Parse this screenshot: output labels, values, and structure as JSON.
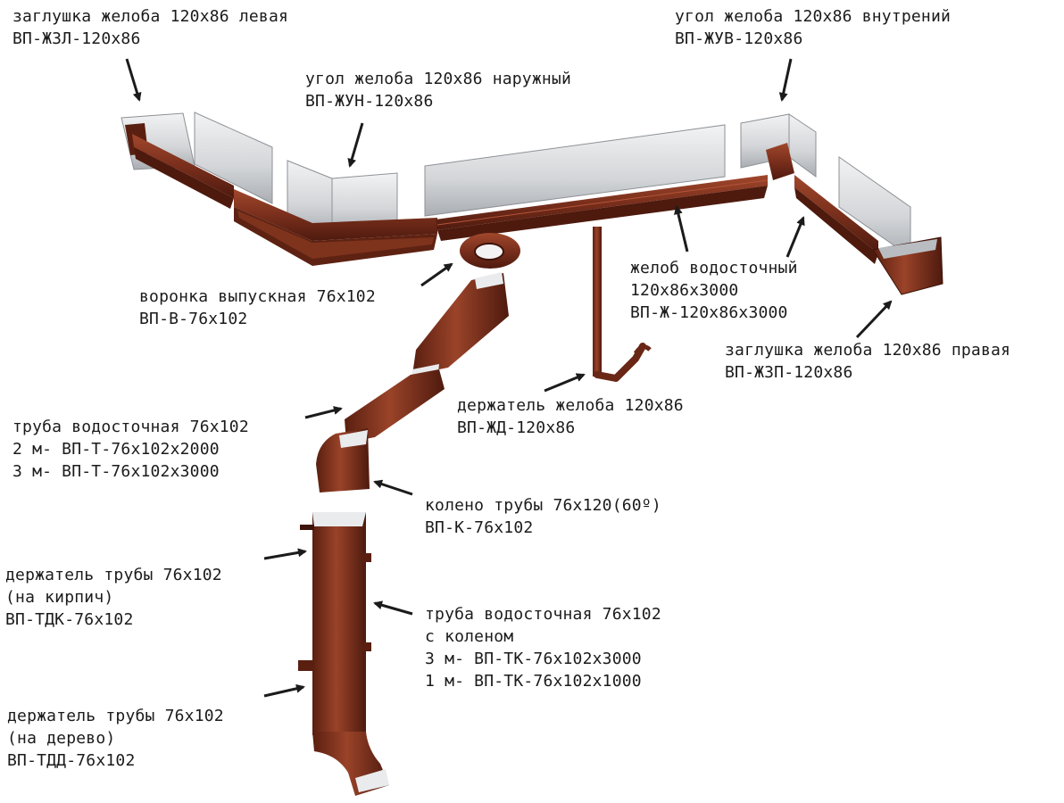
{
  "colors": {
    "background": "#ffffff",
    "text": "#1b1b1b",
    "metal_brown": "#7a2f1c",
    "metal_brown_dark": "#4e1a0e",
    "metal_brown_light": "#a0472c",
    "galvanized": "#d3d5d8",
    "galvanized_dark": "#9a9ea3"
  },
  "callouts": {
    "end_cap_left": {
      "line1": "заглушка желоба 120х86 левая",
      "line2": "ВП-ЖЗЛ-120х86"
    },
    "inner_corner": {
      "line1": "угол желоба 120х86 внутрений",
      "line2": "ВП-ЖУВ-120х86"
    },
    "outer_corner": {
      "line1": "угол желоба 120х86 наружный",
      "line2": "ВП-ЖУН-120х86"
    },
    "gutter": {
      "line1": "желоб водосточный",
      "line2": "120х86х3000",
      "line3": "ВП-Ж-120х86х3000"
    },
    "funnel": {
      "line1": "воронка выпускная 76х102",
      "line2": "ВП-В-76х102"
    },
    "end_cap_right": {
      "line1": "заглушка желоба 120х86 правая",
      "line2": "ВП-ЖЗП-120х86"
    },
    "gutter_bracket": {
      "line1": "держатель желоба 120х86",
      "line2": "ВП-ЖД-120х86"
    },
    "downpipe": {
      "line1": "труба водосточная 76х102",
      "line2": "2 м- ВП-Т-76х102х2000",
      "line3": "3 м- ВП-Т-76х102х3000"
    },
    "elbow": {
      "line1": "колено трубы 76х120(60º)",
      "line2": "ВП-К-76х102"
    },
    "pipe_bracket_brick": {
      "line1": "держатель трубы 76х102",
      "line2": "(на кирпич)",
      "line3": "ВП-ТДК-76х102"
    },
    "downpipe_with_elbow": {
      "line1": "труба водосточная 76х102",
      "line2": "с коленом",
      "line3": "3 м- ВП-ТК-76х102х3000",
      "line4": "1 м- ВП-ТК-76х102х1000"
    },
    "pipe_bracket_wood": {
      "line1": "держатель трубы 76х102",
      "line2": "(на дерево)",
      "line3": "ВП-ТДД-76х102"
    }
  }
}
